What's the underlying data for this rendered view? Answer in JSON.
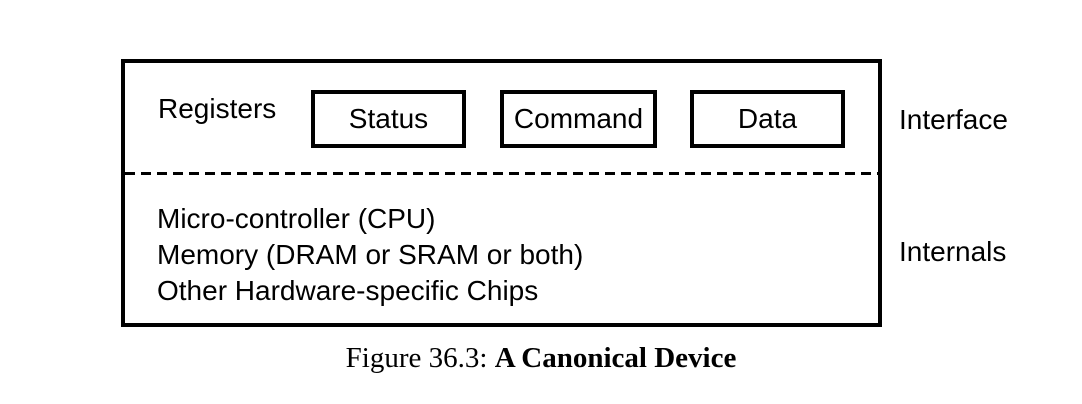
{
  "figure": {
    "caption_number": "Figure 36.3:",
    "caption_title": "A Canonical Device",
    "device_box": {
      "interface": {
        "row_label": "Registers",
        "side_label": "Interface",
        "registers": [
          {
            "label": "Status"
          },
          {
            "label": "Command"
          },
          {
            "label": "Data"
          }
        ]
      },
      "internals": {
        "side_label": "Internals",
        "lines": [
          "Micro-controller (CPU)",
          "Memory (DRAM or SRAM or both)",
          "Other Hardware-specific Chips"
        ]
      }
    }
  },
  "colors": {
    "background": "#ffffff",
    "ink": "#000000",
    "border": "#000000"
  }
}
